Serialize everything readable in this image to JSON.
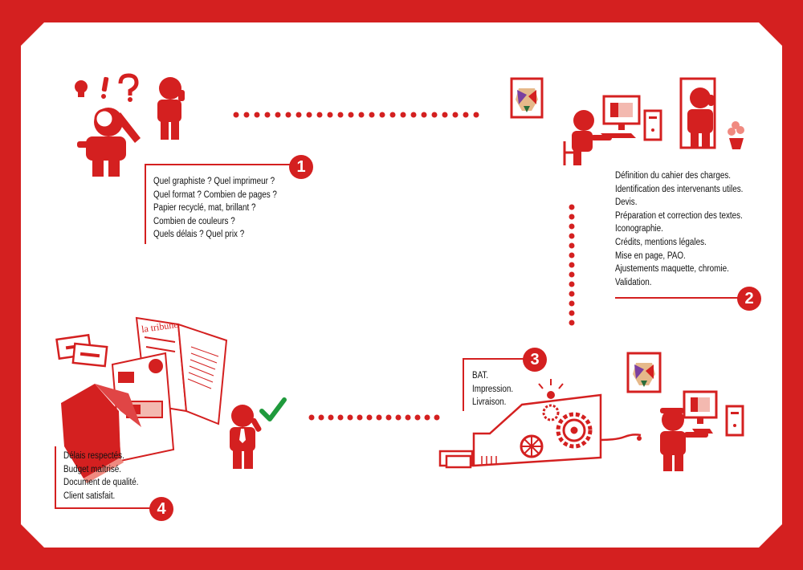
{
  "colors": {
    "accent": "#d42020",
    "background": "#ffffff",
    "text": "#111111"
  },
  "steps": [
    {
      "number": "1",
      "lines": [
        "Quel graphiste ? Quel imprimeur ?",
        "Quel format ? Combien de pages ?",
        "Papier recyclé, mat, brillant ?",
        "Combien de couleurs ?",
        "Quels délais ? Quel prix ?"
      ]
    },
    {
      "number": "2",
      "lines": [
        "Définition du cahier des charges.",
        "Identification des intervenants utiles.",
        "Devis.",
        "Préparation et correction des textes.",
        "Iconographie.",
        "Crédits, mentions légales.",
        "Mise en page, PAO.",
        "Ajustements maquette, chromie.",
        "Validation."
      ]
    },
    {
      "number": "3",
      "lines": [
        "BAT.",
        "Impression.",
        "Livraison."
      ]
    },
    {
      "number": "4",
      "lines": [
        "Délais respectés.",
        "Budget maîtrisé.",
        "Document de qualité.",
        "Client satisfait."
      ]
    }
  ],
  "magazine_title": "la tribune",
  "icons": [
    "lightbulb-icon",
    "exclamation-icon",
    "question-icon",
    "person-thinking-icon",
    "person-phone-icon",
    "bear-portrait-icon",
    "person-computer-icon",
    "plant-icon",
    "printer-machine-icon",
    "gear-icon",
    "person-cap-icon",
    "magazine-icon",
    "book-icon",
    "business-cards-icon",
    "person-tie-icon",
    "checkmark-icon"
  ]
}
